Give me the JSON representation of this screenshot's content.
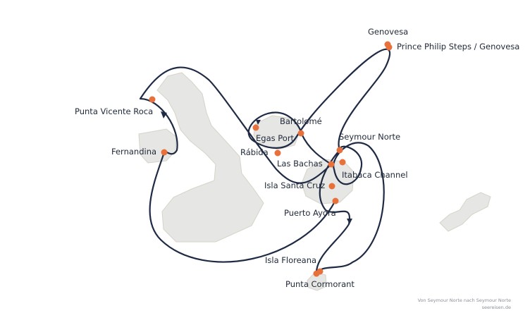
{
  "map": {
    "stops": [
      {
        "id": "genovesa",
        "label": "Genovesa"
      },
      {
        "id": "prince-philip-steps",
        "label": "Prince Philip Steps / Genovesa"
      },
      {
        "id": "punta-vicente-roca",
        "label": "Punta Vicente Roca"
      },
      {
        "id": "bartolome",
        "label": "Bartolomé"
      },
      {
        "id": "egas-port",
        "label": "Egas Port"
      },
      {
        "id": "seymour-norte",
        "label": "Seymour Norte"
      },
      {
        "id": "fernandina",
        "label": "Fernandina"
      },
      {
        "id": "rabida",
        "label": "Rábida"
      },
      {
        "id": "las-bachas",
        "label": "Las Bachas"
      },
      {
        "id": "itabaca-channel",
        "label": "Itabaca Channel"
      },
      {
        "id": "isla-santa-cruz",
        "label": "Isla Santa Cruz"
      },
      {
        "id": "puerto-ayora",
        "label": "Puerto Ayora"
      },
      {
        "id": "isla-floreana",
        "label": "Isla Floreana"
      },
      {
        "id": "punta-cormorant",
        "label": "Punta Cormorant"
      }
    ],
    "colors": {
      "route": "#1f2a44",
      "stop_marker": "#e8703a",
      "land": "#e6e6e4",
      "land_outline": "#d6d3c8"
    }
  },
  "credit": {
    "line1": "Von Seymour Norte nach Seymour Norte",
    "line2": "seereisen.de"
  }
}
